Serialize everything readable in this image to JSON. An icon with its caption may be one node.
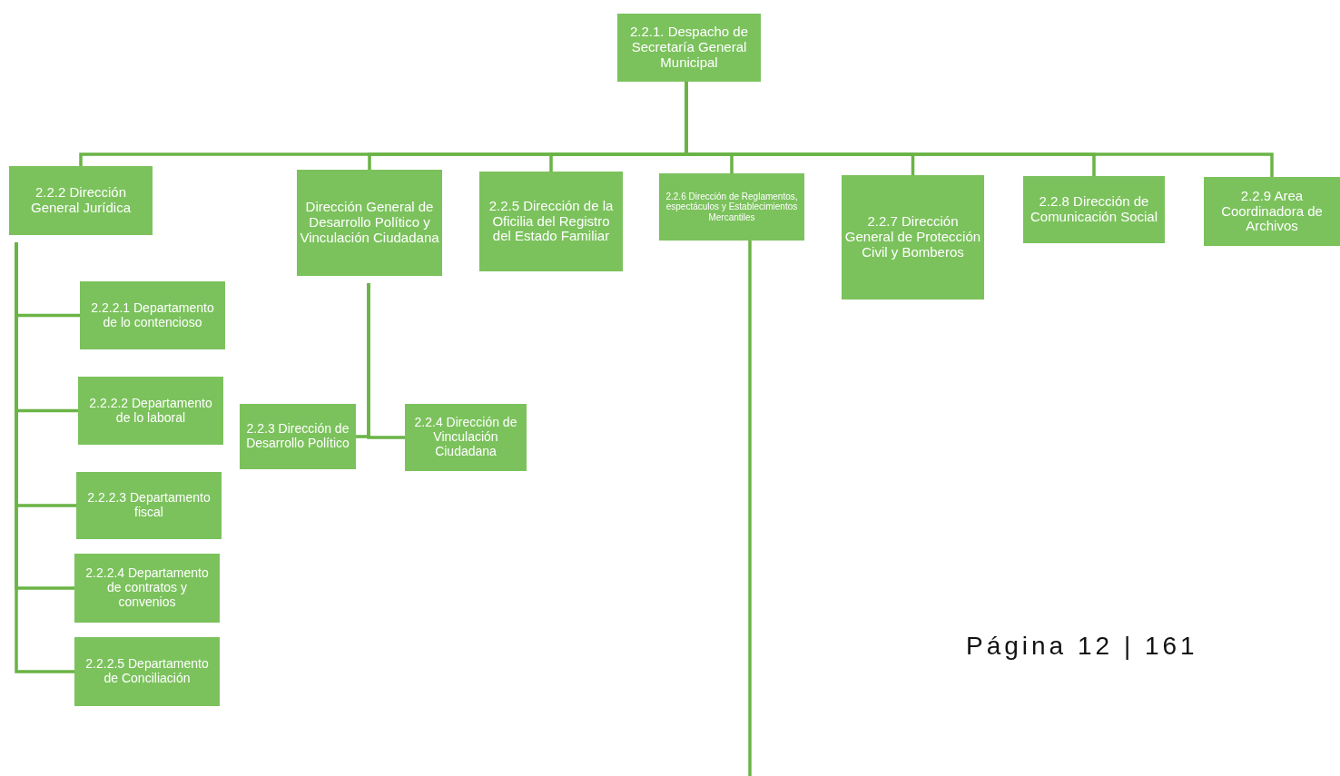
{
  "diagram": {
    "nodes": [
      {
        "text": [
          "2.2.1. Despacho de Secretaría General Municipal"
        ]
      },
      {
        "text": [
          "2.2.2 Dirección General Jurídica"
        ]
      },
      {
        "text": [
          "Dirección General de Desarrollo Político y Vinculación Ciudadana"
        ]
      },
      {
        "text": [
          "2.2.5 Dirección de la Oficilia del Registro del Estado Familiar"
        ]
      },
      {
        "text": [
          "2.2.6 Dirección de Reglamentos, espectáculos y Establecimientos Mercantiles"
        ]
      },
      {
        "text": [
          "2.2.7 Dirección General de Protección Civil y Bomberos"
        ]
      },
      {
        "text": [
          "2.2.8 Dirección de Comunicación Social"
        ]
      },
      {
        "text": [
          "2.2.9 Area Coordinadora de Archivos"
        ]
      },
      {
        "text": [
          "2.2.2.1 Departamento de lo contencioso"
        ]
      },
      {
        "text": [
          "2.2.2.2 Departamento de lo laboral"
        ]
      },
      {
        "text": [
          "2.2.3 Dirección de Desarrollo Político"
        ]
      },
      {
        "text": [
          "2.2.4 Dirección de Vinculación Ciudadana"
        ]
      },
      {
        "text": [
          "2.2.2.3 Departamento fiscal"
        ]
      },
      {
        "text": [
          "2.2.2.4 Departamento de contratos y convenios"
        ]
      },
      {
        "text": [
          "2.2.2.5 Departamento de Conciliación"
        ]
      }
    ],
    "edges": [
      {
        "from": 0,
        "to": 1,
        "arrow": "none"
      },
      {
        "from": 0,
        "to": 2,
        "arrow": "none"
      },
      {
        "from": 0,
        "to": 3,
        "arrow": "none"
      },
      {
        "from": 0,
        "to": 4,
        "arrow": "none"
      },
      {
        "from": 0,
        "to": 5,
        "arrow": "none"
      },
      {
        "from": 0,
        "to": 6,
        "arrow": "none"
      },
      {
        "from": 0,
        "to": 7,
        "arrow": "none"
      },
      {
        "from": 1,
        "to": 8,
        "arrow": "none"
      },
      {
        "from": 1,
        "to": 9,
        "arrow": "none"
      },
      {
        "from": 1,
        "to": 12,
        "arrow": "none"
      },
      {
        "from": 1,
        "to": 13,
        "arrow": "none"
      },
      {
        "from": 1,
        "to": 14,
        "arrow": "none"
      },
      {
        "from": 2,
        "to": 10,
        "arrow": "none"
      },
      {
        "from": 2,
        "to": 11,
        "arrow": "none"
      },
      {
        "from": 4,
        "to": null,
        "arrow": "none"
      }
    ],
    "labels": [
      "Página 12 | 161"
    ]
  }
}
